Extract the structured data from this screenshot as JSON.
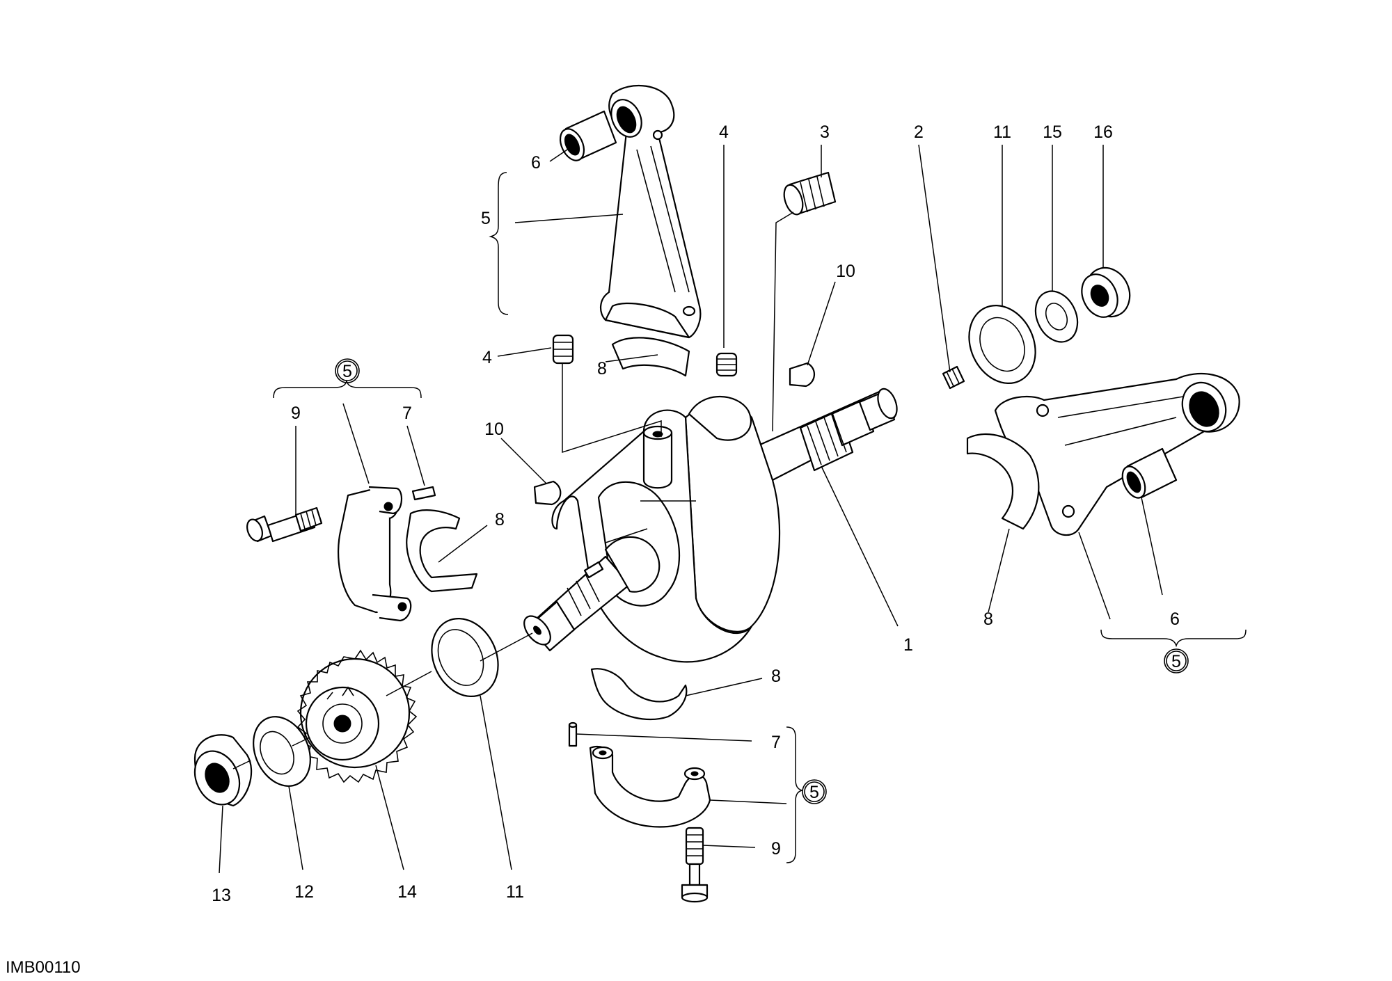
{
  "diagram": {
    "drawing_code": "IMB00110",
    "kit_reference": "5",
    "labels": {
      "crankshaft": "1",
      "plug_small": "2",
      "plug_large": "3",
      "plug_left": "4",
      "plug_mid": "4",
      "conrod_assembly": "5",
      "bush_upper": "6",
      "bush_right": "6",
      "pin_left": "7",
      "pin_bottom": "7",
      "shell_upper": "8",
      "shell_left": "8",
      "shell_right": "8",
      "shell_bottom": "8",
      "bolt_left": "9",
      "bolt_bottom": "9",
      "key_left": "10",
      "key_right": "10",
      "washer_left": "11",
      "washer_right": "11",
      "spring_washer": "12",
      "ring_nut": "13",
      "timing_gear": "14",
      "washer_15": "15",
      "nut_16": "16"
    }
  }
}
